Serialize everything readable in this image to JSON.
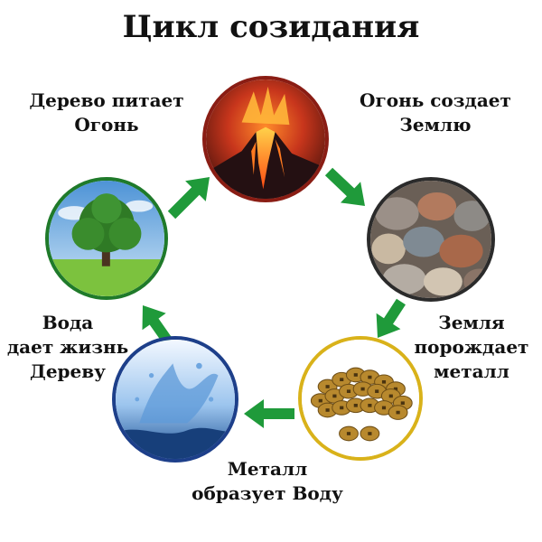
{
  "title": "Цикл созидания",
  "colors": {
    "arrow": "#1f9a3a",
    "ring_fire": "#8a1d14",
    "ring_earth": "#2b2b2b",
    "ring_metal": "#d9b21a",
    "ring_water": "#1d3f8a",
    "ring_wood": "#1f7a2a"
  },
  "elements": [
    {
      "id": "fire",
      "icon": "volcano-image"
    },
    {
      "id": "earth",
      "icon": "stones-image"
    },
    {
      "id": "metal",
      "icon": "coins-image"
    },
    {
      "id": "water",
      "icon": "water-splash-image"
    },
    {
      "id": "wood",
      "icon": "tree-image"
    }
  ],
  "labels": {
    "wood_fire": [
      "Дерево питает",
      "Огонь"
    ],
    "fire_earth": [
      "Огонь создает",
      "Землю"
    ],
    "earth_metal": [
      "Земля",
      "порождает",
      "металл"
    ],
    "metal_water": [
      "Металл",
      "образует Воду"
    ],
    "water_wood": [
      "Вода",
      "дает жизнь",
      "Дереву"
    ]
  }
}
